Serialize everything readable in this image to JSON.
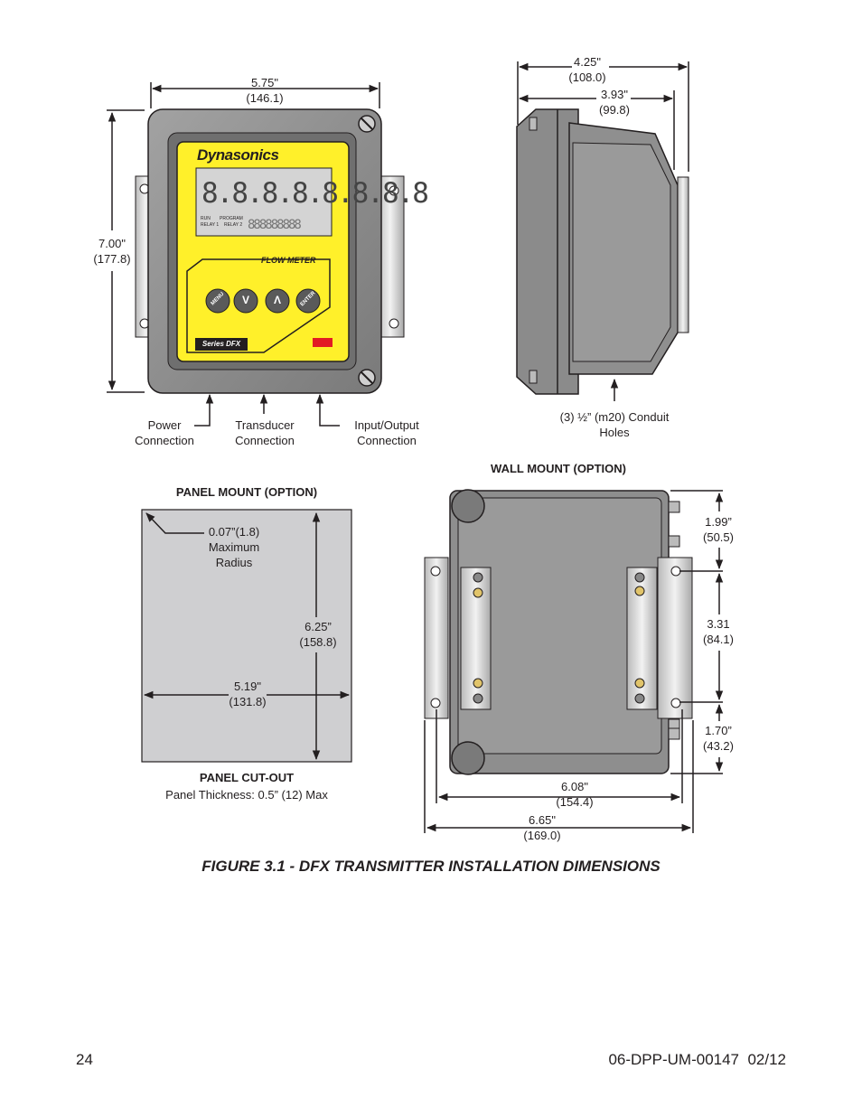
{
  "front_view": {
    "width_dim": [
      "5.75\"",
      "(146.1)"
    ],
    "height_dim": [
      "7.00\"",
      "(177.8)"
    ],
    "brand": "Dynasonics",
    "lcd_labels": {
      "run": "RUN",
      "program": "PROGRAM",
      "relay1": "RELAY 1",
      "relay2": "RELAY 2"
    },
    "flow_meter": "FLOW METER",
    "keys": [
      "MENU",
      "V",
      "Λ",
      "ENTER"
    ],
    "series": "Series DFX",
    "connections": [
      [
        "Power",
        "Connection"
      ],
      [
        "Transducer",
        "Connection"
      ],
      [
        "Input/Output",
        "Connection"
      ]
    ]
  },
  "side_view": {
    "depth_dim": [
      "4.25\"",
      "(108.0)"
    ],
    "depth2_dim": [
      "3.93\"",
      "(99.8)"
    ],
    "conduit": [
      "(3) ½” (m20) Conduit",
      "Holes"
    ]
  },
  "panel_mount": {
    "title": "PANEL MOUNT (OPTION)",
    "radius": [
      "0.07”(1.8)",
      "Maximum",
      "Radius"
    ],
    "height_dim": [
      "6.25”",
      "(158.8)"
    ],
    "width_dim": [
      "5.19\"",
      "(131.8)"
    ],
    "cutout_title": "PANEL CUT-OUT",
    "thickness": "Panel Thickness: 0.5” (12) Max"
  },
  "wall_mount": {
    "title": "WALL MOUNT (OPTION)",
    "dim_top": [
      "1.99”",
      "(50.5)"
    ],
    "dim_mid": [
      "3.31",
      "(84.1)"
    ],
    "dim_bot": [
      "1.70”",
      "(43.2)"
    ],
    "width_inner": [
      "6.08\"",
      "(154.4)"
    ],
    "width_outer": [
      "6.65\"",
      "(169.0)"
    ]
  },
  "caption": "FIGURE 3.1 - DFX TRANSMITTER INSTALLATION DIMENSIONS",
  "footer": {
    "page_number": "24",
    "doc_id": "06-DPP-UM-00147  02/12"
  },
  "colors": {
    "enclosure": "#8c8c8c",
    "panel": "#fff02a",
    "cutout": "#cfcfd1",
    "button": "#5a5a5a"
  }
}
